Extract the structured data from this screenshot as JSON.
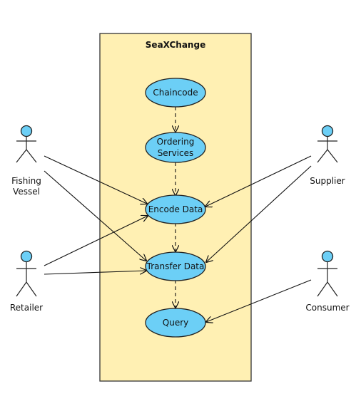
{
  "system": {
    "title": "SeaXChange"
  },
  "use_cases": {
    "chaincode": {
      "label": "Chaincode"
    },
    "ordering": {
      "line1": "Ordering",
      "line2": "Services"
    },
    "encode": {
      "label": "Encode Data"
    },
    "transfer": {
      "label": "Transfer Data"
    },
    "query": {
      "label": "Query"
    }
  },
  "actors": {
    "fishing_vessel": {
      "line1": "Fishing",
      "line2": "Vessel"
    },
    "retailer": {
      "label": "Retailer"
    },
    "supplier": {
      "label": "Supplier"
    },
    "consumer": {
      "label": "Consumer"
    }
  },
  "colors": {
    "use_case_fill": "#6ccff6",
    "system_fill": "#fff0b3",
    "stroke": "#222222"
  }
}
